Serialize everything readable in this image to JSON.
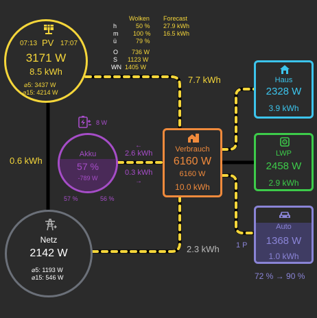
{
  "pv": {
    "title": "PV",
    "time_start": "07:13",
    "time_end": "17:07",
    "power": "3171 W",
    "energy": "8.5 kWh",
    "avg5": "⌀5: 3437 W",
    "avg15": "⌀15: 4214 W",
    "icon": "solar-panel-icon",
    "color": "#f5d63a"
  },
  "weather": {
    "col1_header": "Wolken",
    "col2_header": "Forecast",
    "rows": [
      {
        "label": "h",
        "clouds": "50 %",
        "forecast": "27.9 kWh"
      },
      {
        "label": "m",
        "clouds": "100 %",
        "forecast": "16.5 kWh"
      },
      {
        "label": "ü",
        "clouds": "79 %",
        "forecast": ""
      }
    ],
    "directions": [
      {
        "label": "O",
        "value": "736 W"
      },
      {
        "label": "S",
        "value": "1123 W"
      },
      {
        "label": "WN",
        "value": "1405 W"
      }
    ]
  },
  "flows": {
    "pv_to_verbrauch": "7.7 kWh",
    "pv_to_netz": "0.6 kWh",
    "akku_charge": "2.6 kWh",
    "akku_discharge": "0.3 kWh",
    "netz_to_verbrauch": "2.3 kWh",
    "auto_phase": "1 P"
  },
  "akku": {
    "title": "Akku",
    "soc": "57 %",
    "power": "-789 W",
    "standby": "8 W",
    "soc_left": "57 %",
    "soc_right": "56 %",
    "soc_fraction": 0.57,
    "icon": "battery-charging-icon",
    "color": "#a64dc8"
  },
  "verbrauch": {
    "title": "Verbrauch",
    "power": "6160 W",
    "power2": "6160 W",
    "energy": "10.0 kWh",
    "icon": "house-building-icon",
    "color": "#f08a3c"
  },
  "haus": {
    "title": "Haus",
    "power": "2328 W",
    "energy": "3.9 kWh",
    "icon": "home-icon",
    "color": "#3cc4ec"
  },
  "lwp": {
    "title": "LWP",
    "power": "2458 W",
    "energy": "2.9 kWh",
    "icon": "heat-pump-icon",
    "color": "#3dcb4a"
  },
  "auto": {
    "title": "Auto",
    "power": "1368 W",
    "energy": "1.0 kWh",
    "soc": "72 % → 90 %",
    "icon": "car-icon",
    "color": "#8a84d6"
  },
  "netz": {
    "title": "Netz",
    "power": "2142 W",
    "avg5": "⌀5: 1193 W",
    "avg15": "⌀15: 546 W",
    "icon": "power-tower-icon",
    "color": "#6b7079"
  }
}
